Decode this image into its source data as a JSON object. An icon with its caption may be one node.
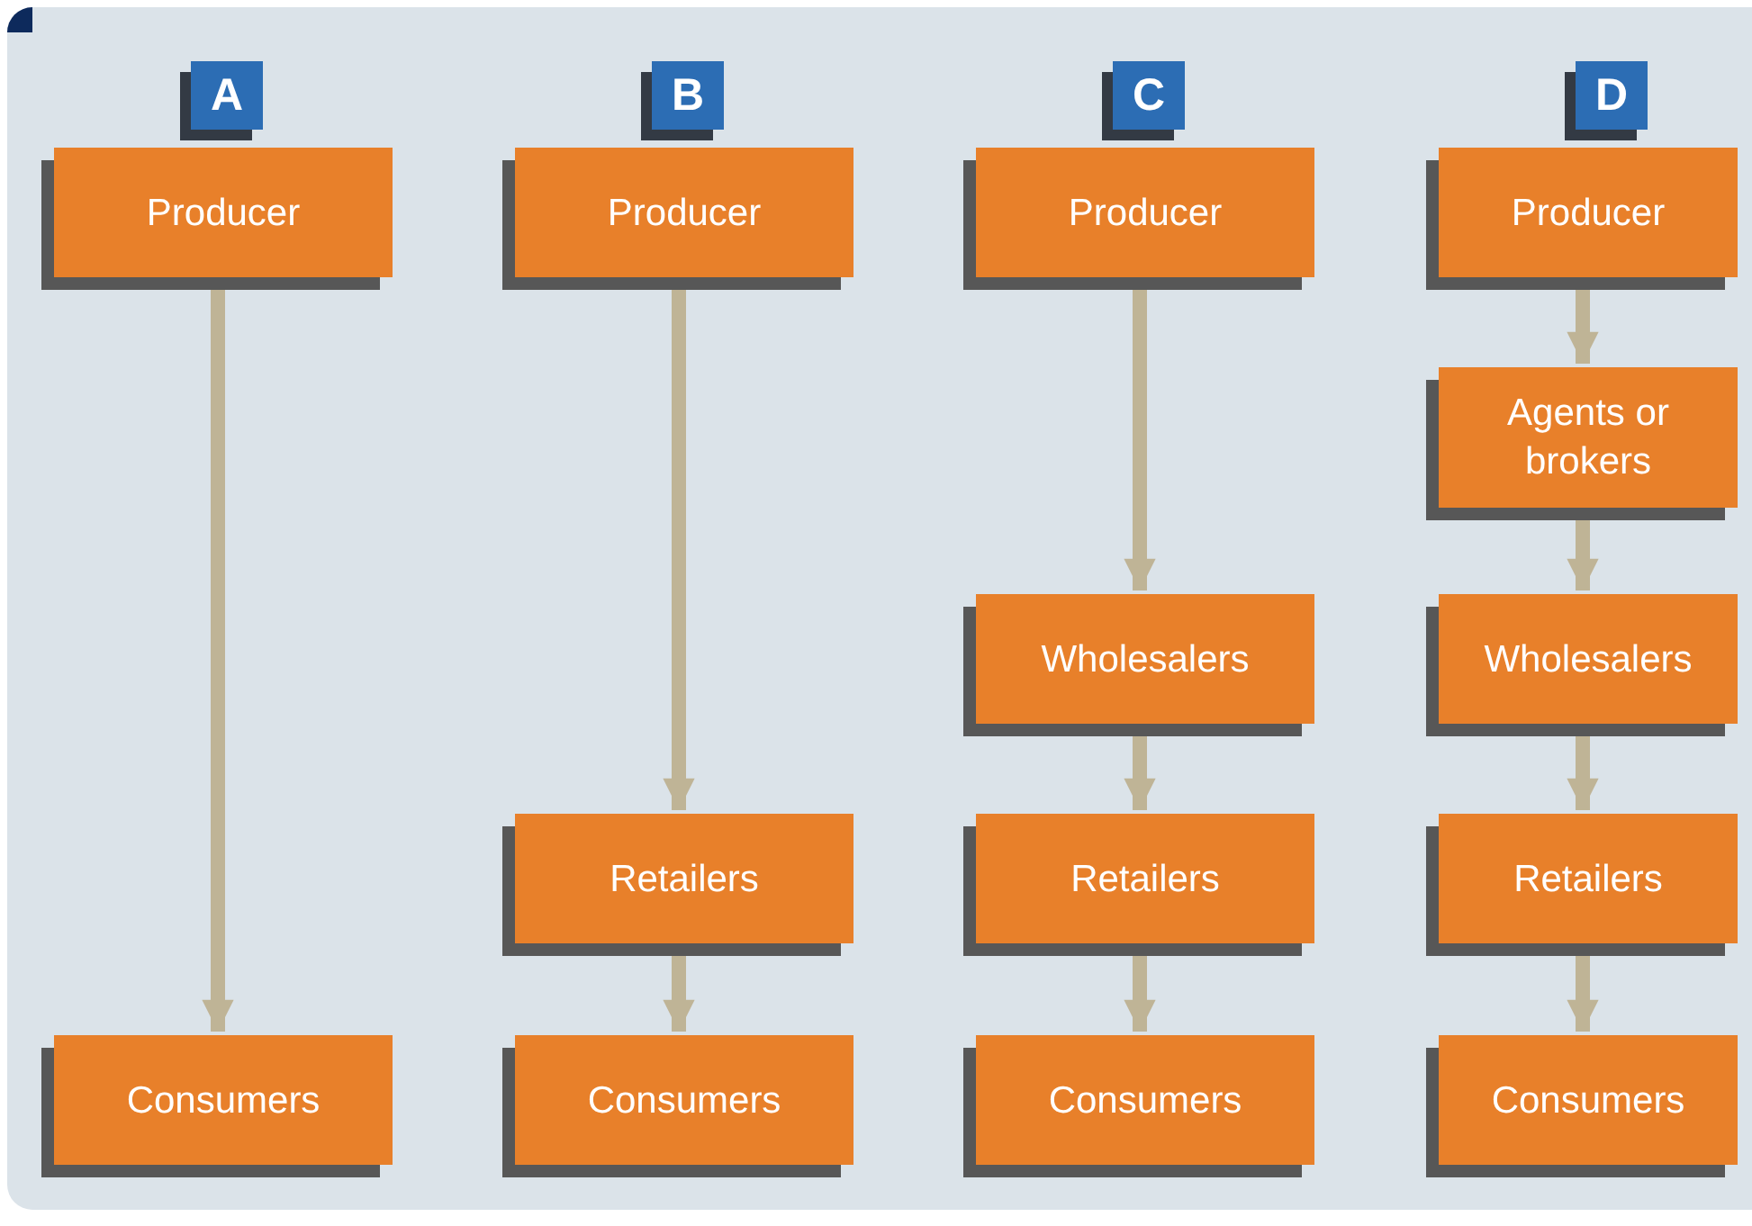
{
  "diagram": {
    "nodes": [
      {
        "text": [
          "A"
        ]
      },
      {
        "text": [
          "B"
        ]
      },
      {
        "text": [
          "C"
        ]
      },
      {
        "text": [
          "D"
        ]
      },
      {
        "text": [
          "Producer"
        ]
      },
      {
        "text": [
          "Producer"
        ]
      },
      {
        "text": [
          "Producer"
        ]
      },
      {
        "text": [
          "Producer"
        ]
      },
      {
        "text": [
          "Agents or brokers"
        ]
      },
      {
        "text": [
          "Wholesalers"
        ]
      },
      {
        "text": [
          "Wholesalers"
        ]
      },
      {
        "text": [
          "Retailers"
        ]
      },
      {
        "text": [
          "Retailers"
        ]
      },
      {
        "text": [
          "Retailers"
        ]
      },
      {
        "text": [
          "Consumers"
        ]
      },
      {
        "text": [
          "Consumers"
        ]
      },
      {
        "text": [
          "Consumers"
        ]
      },
      {
        "text": [
          "Consumers"
        ]
      }
    ],
    "edges": [
      {
        "from": 4,
        "to": 14,
        "arrow": "to"
      },
      {
        "from": 5,
        "to": 11,
        "arrow": "to"
      },
      {
        "from": 11,
        "to": 15,
        "arrow": "to"
      },
      {
        "from": 6,
        "to": 9,
        "arrow": "to"
      },
      {
        "from": 9,
        "to": 12,
        "arrow": "to"
      },
      {
        "from": 12,
        "to": 16,
        "arrow": "to"
      },
      {
        "from": 7,
        "to": 8,
        "arrow": "to"
      },
      {
        "from": 8,
        "to": 10,
        "arrow": "to"
      },
      {
        "from": 10,
        "to": 13,
        "arrow": "to"
      },
      {
        "from": 13,
        "to": 17,
        "arrow": "to"
      }
    ]
  }
}
